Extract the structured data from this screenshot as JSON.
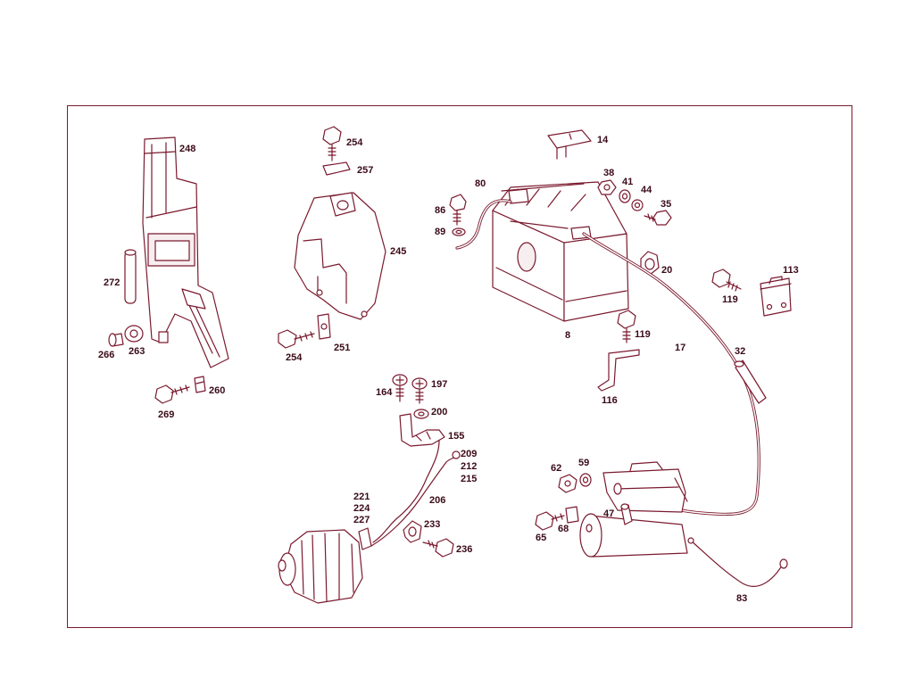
{
  "diagram": {
    "frame_color": "#7a1a2e",
    "text_color": "#3a0a18",
    "labels": {
      "p248": "248",
      "p272": "272",
      "p266": "266",
      "p263": "263",
      "p269": "269",
      "p260": "260",
      "p254a": "254",
      "p257": "257",
      "p245": "245",
      "p254b": "254",
      "p251": "251",
      "p14": "14",
      "p80": "80",
      "p38": "38",
      "p41": "41",
      "p44": "44",
      "p35": "35",
      "p86": "86",
      "p89": "89",
      "p20": "20",
      "p8": "8",
      "p119a": "119",
      "p113": "113",
      "p119b": "119",
      "p17": "17",
      "p32": "32",
      "p116": "116",
      "p164": "164",
      "p197": "197",
      "p200": "200",
      "p155": "155",
      "p209": "209",
      "p212": "212",
      "p215": "215",
      "p221": "221",
      "p224": "224",
      "p227": "227",
      "p206": "206",
      "p233": "233",
      "p236": "236",
      "p62": "62",
      "p59": "59",
      "p47": "47",
      "p65": "65",
      "p68": "68",
      "p83": "83"
    }
  }
}
